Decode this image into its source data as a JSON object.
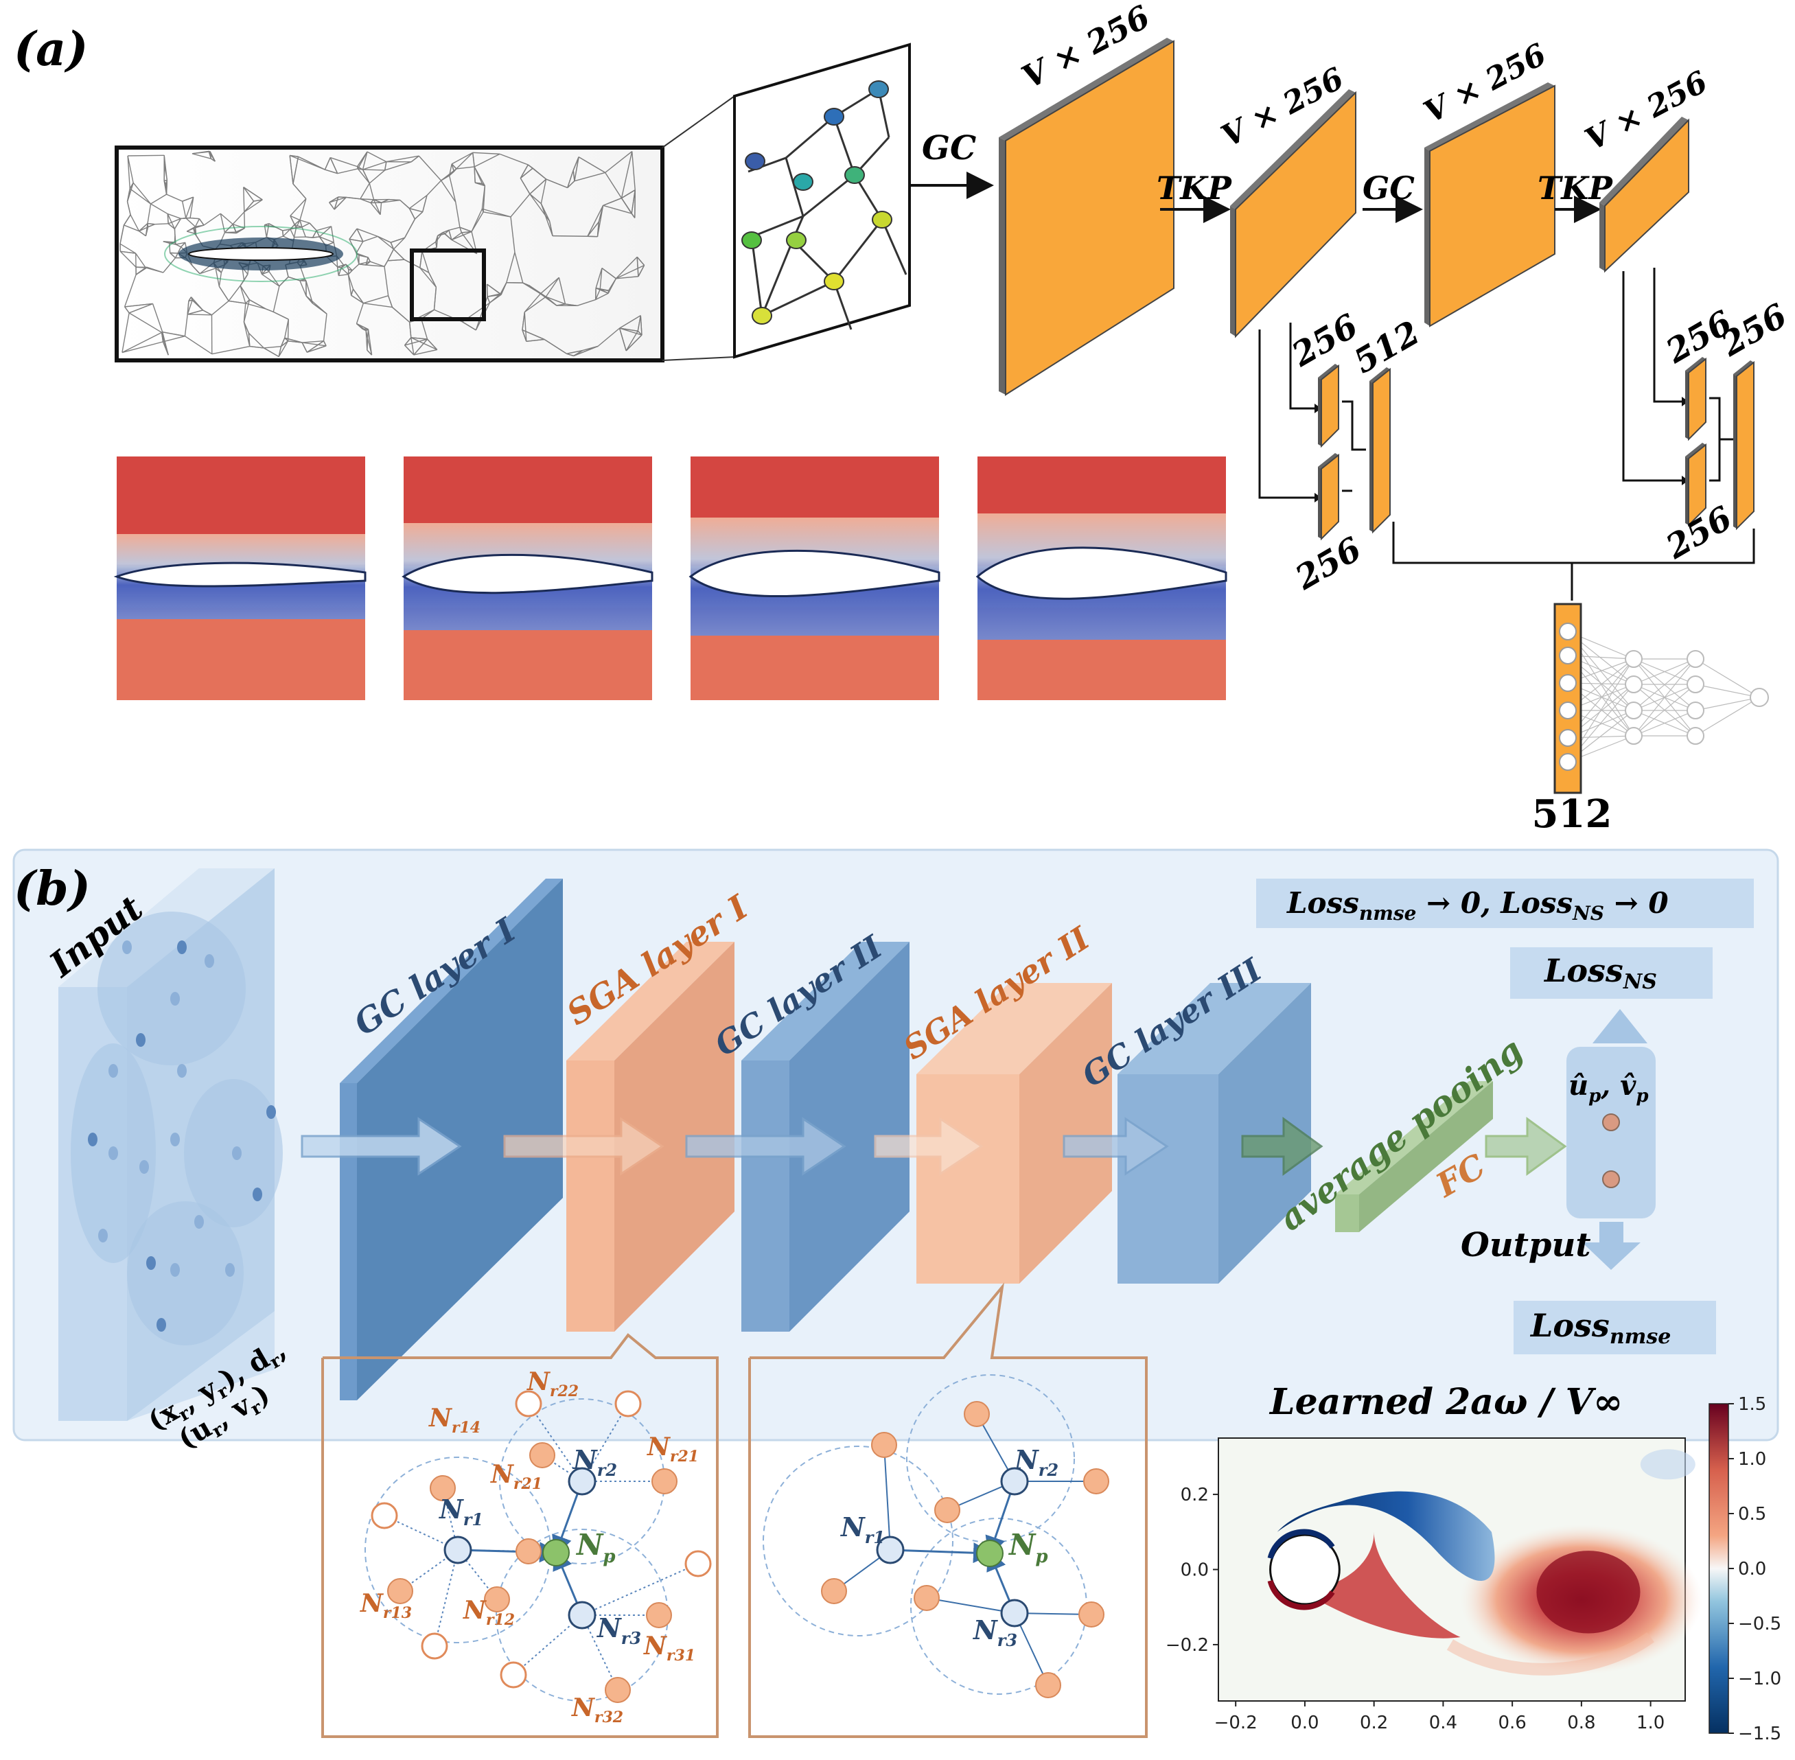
{
  "panel_a": {
    "label": "(a)",
    "gc_1": "GC",
    "tkp_1": "TKP",
    "gc_2": "GC",
    "tkp_2": "TKP",
    "block1_dim": "V × 256",
    "block2_dim": "V × 256",
    "block3_dim": "V × 256",
    "block4_dim": "V × 256",
    "left_branch_top": "256",
    "left_branch_bottom": "256",
    "left_concat": "512",
    "right_branch_top": "256",
    "right_branch_bottom": "256",
    "right_concat": "256",
    "mlp_input": "512"
  },
  "panel_b": {
    "label": "(b)",
    "input_label": "Input",
    "input_vars_line1": "(x",
    "gc_layer_1": "GC layer I",
    "sga_layer_1": "SGA layer I",
    "gc_layer_2": "GC layer II",
    "sga_layer_2": "SGA layer II",
    "gc_layer_3": "GC layer III",
    "avg_pool": "average pooing",
    "fc": "FC",
    "output": "Output",
    "loss_ns_box": "Loss",
    "loss_nmse_box": "Loss"
  },
  "graph_left": {
    "nodes": [
      "N",
      "N",
      "N",
      "N",
      "N",
      "N",
      "N",
      "N",
      "N",
      "N"
    ]
  },
  "chart_data": {
    "type": "heatmap",
    "title": "Learned 2aω / V∞",
    "x_ticks": [
      "−0.2",
      "0.0",
      "0.2",
      "0.4",
      "0.6",
      "0.8",
      "1.0"
    ],
    "y_ticks": [
      "0.2",
      "0.0",
      "−0.2"
    ],
    "colorbar_ticks": [
      "1.5",
      "1.0",
      "0.5",
      "0.0",
      "−0.5",
      "−1.0",
      "−1.5"
    ],
    "xlim": [
      -0.25,
      1.1
    ],
    "ylim": [
      -0.35,
      0.35
    ],
    "colorbar_range": [
      -1.5,
      1.5
    ],
    "colormap": "RdBu_r"
  },
  "colors": {
    "orange_block": "#F9A73A",
    "blue_layer": "#5B8EC0",
    "salmon_layer": "#F2B08F",
    "green_pool": "#9FC28C",
    "panel_bg": "#E8F1FA",
    "orange_text": "#C8662A",
    "navy_text": "#2B4A72",
    "green_text": "#4A7A3A"
  }
}
